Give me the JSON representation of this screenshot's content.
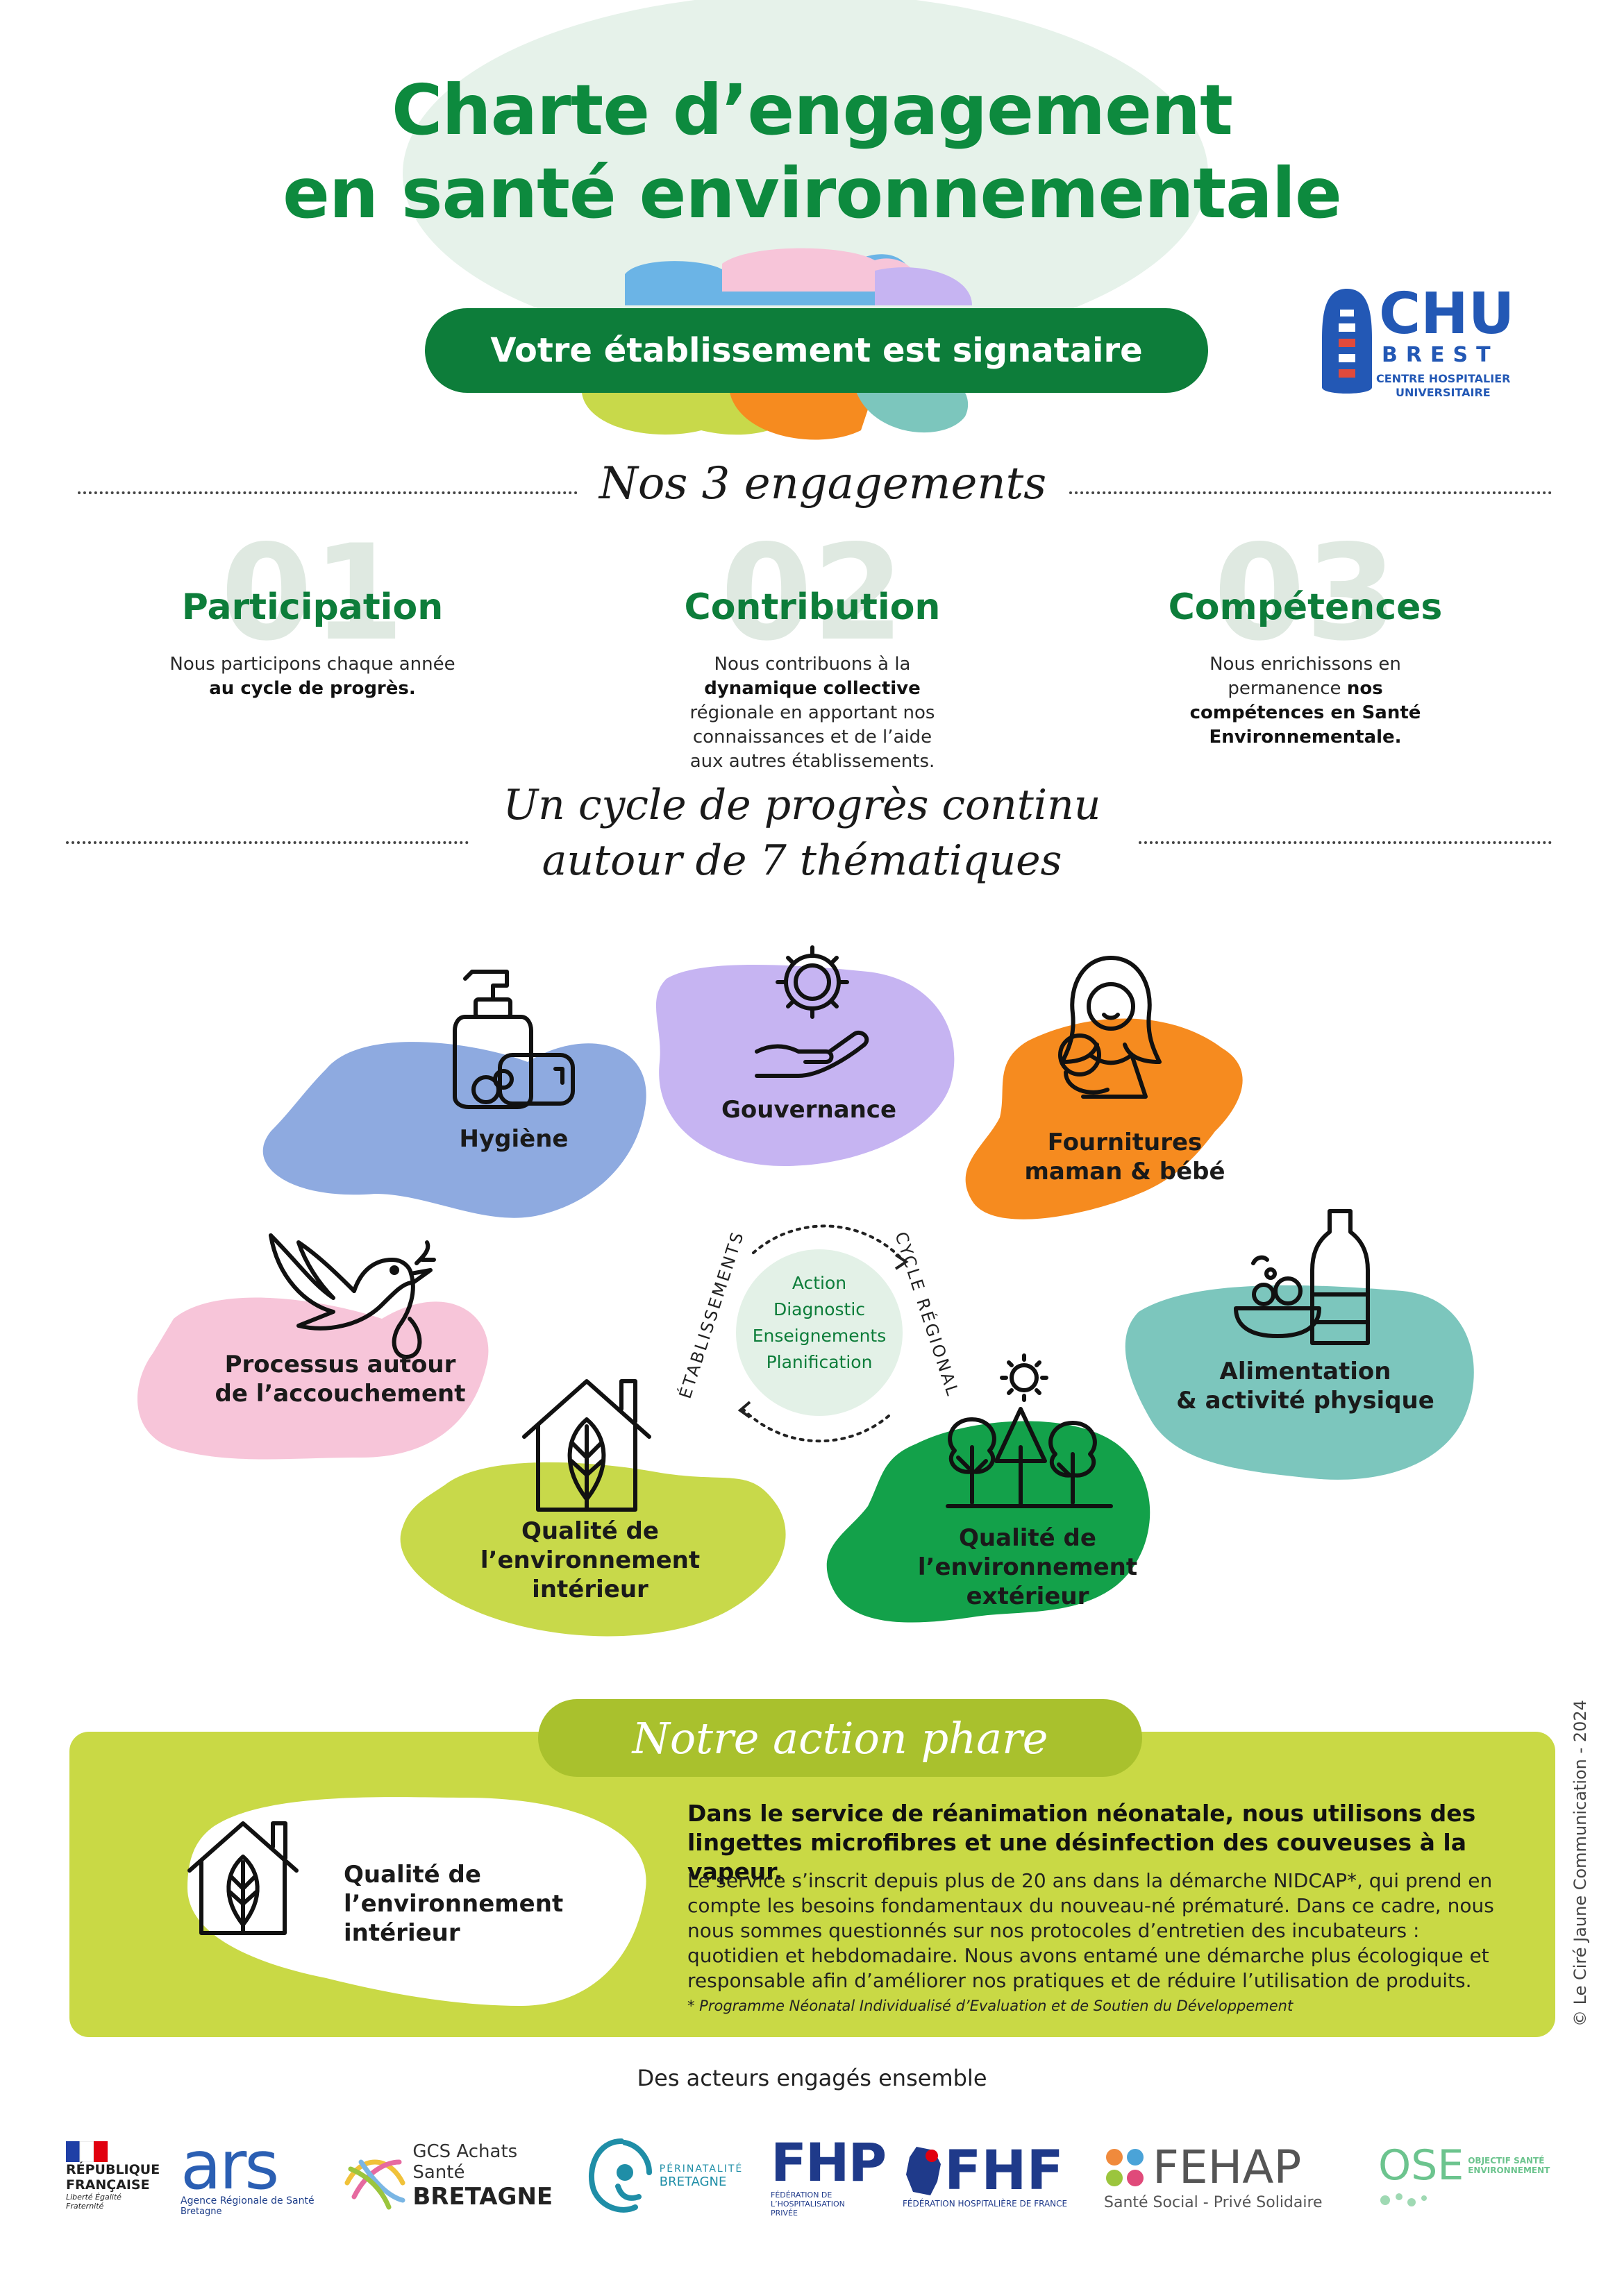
{
  "header": {
    "title_line1": "Charte d’engagement",
    "title_line2": "en santé environnementale",
    "banner": "Votre établissement est signataire"
  },
  "chu_logo": {
    "name": "CHU",
    "city": "BREST",
    "line1": "CENTRE HOSPITALIER",
    "line2": "UNIVERSITAIRE"
  },
  "engagements": {
    "heading": "Nos 3 engagements",
    "items": [
      {
        "number": "01",
        "title": "Participation",
        "text_before": "Nous participons chaque année",
        "text_bold": "au cycle de progrès.",
        "text_after": ""
      },
      {
        "number": "02",
        "title": "Contribution",
        "text_before": "Nous contribuons à la",
        "text_bold": "dynamique collective",
        "text_after": "régionale en apportant nos connaissances et de l’aide aux autres établissements."
      },
      {
        "number": "03",
        "title": "Compétences",
        "text_before": "Nous enrichissons en permanence",
        "text_bold": "nos compétences en Santé Environnementale.",
        "text_after": ""
      }
    ]
  },
  "cycle": {
    "heading_line1": "Un cycle de progrès continu",
    "heading_line2": "autour de 7 thématiques",
    "left_label": "ÉTABLISSEMENTS",
    "right_label": "CYCLE RÉGIONAL",
    "center_words": [
      "Action",
      "Diagnostic",
      "Enseignements",
      "Planification"
    ],
    "themes": {
      "hygiene": "Hygiène",
      "gouvernance": "Gouvernance",
      "fournitures_1": "Fournitures",
      "fournitures_2": "maman & bébé",
      "accouchement_1": "Processus autour",
      "accouchement_2": "de l’accouchement",
      "alimentation_1": "Alimentation",
      "alimentation_2": "& activité physique",
      "interieur_1": "Qualité de",
      "interieur_2": "l’environnement",
      "interieur_3": "intérieur",
      "exterieur_1": "Qualité de",
      "exterieur_2": "l’environnement",
      "exterieur_3": "extérieur"
    },
    "colors": {
      "hygiene": "#8eaae0",
      "gouvernance": "#c6b4f2",
      "fournitures": "#f68b1f",
      "accouchement": "#f7c5d9",
      "alimentation": "#7cc6bd",
      "interieur": "#c8d94a",
      "exterieur": "#13a14a"
    }
  },
  "phare": {
    "heading": "Notre action phare",
    "theme_1": "Qualité de",
    "theme_2": "l’environnement",
    "theme_3": "intérieur",
    "lead": "Dans le service de réanimation néonatale, nous utilisons des lingettes microfibres et une désinfection des couveuses à la vapeur.",
    "body": "Le service s’inscrit depuis plus de 20 ans dans la démarche NIDCAP*, qui prend en compte les besoins fondamentaux du nouveau-né prématuré. Dans ce cadre, nous nous sommes questionnés sur nos protocoles d’entretien des incubateurs : quotidien et hebdomadaire. Nous avons entamé une démarche plus écologique et responsable afin d’améliorer nos pratiques et de réduire l’utilisation de produits.",
    "note": "* Programme Néonatal Individualisé d’Evaluation et de Soutien du Développement"
  },
  "partners": {
    "heading": "Des acteurs engagés ensemble",
    "republique_1": "RÉPUBLIQUE",
    "republique_2": "FRANÇAISE",
    "republique_motto": "Liberté Égalité Fraternité",
    "ars": "ars",
    "ars_sub": "Agence Régionale de Santé",
    "ars_region": "Bretagne",
    "gcs_1": "GCS Achats Santé",
    "gcs_2": "BRETAGNE",
    "perinatalite_1": "PÉRINATALITÉ",
    "perinatalite_2": "BRETAGNE",
    "fhp": "FHP",
    "fhp_sub": "FÉDÉRATION DE L’HOSPITALISATION PRIVÉE",
    "fhf": "FHF",
    "fhf_sub": "FÉDÉRATION HOSPITALIÈRE DE FRANCE",
    "fehap": "FEHAP",
    "fehap_sub": "Santé Social - Privé Solidaire",
    "ose": "OSE",
    "ose_sub_1": "OBJECTIF SANTÉ",
    "ose_sub_2": "ENVIRONNEMENT"
  },
  "copyright": "© Le Ciré Jaune Communication - 2024"
}
